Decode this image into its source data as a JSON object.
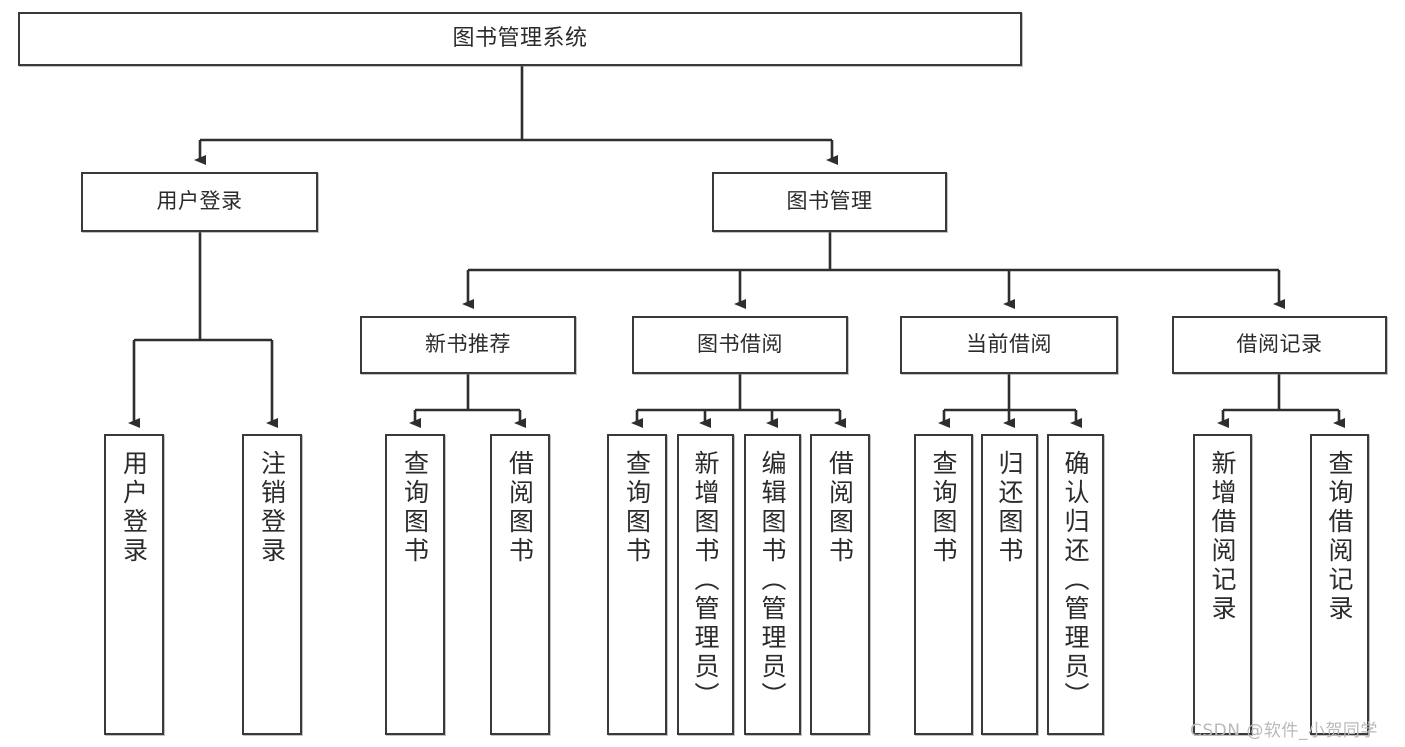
{
  "diagram": {
    "title": "图书管理系统",
    "type": "hierarchy-tree",
    "root": {
      "label": "图书管理系统"
    },
    "level2": [
      {
        "label": "用户登录"
      },
      {
        "label": "图书管理"
      }
    ],
    "level3": [
      {
        "label": "新书推荐"
      },
      {
        "label": "图书借阅"
      },
      {
        "label": "当前借阅"
      },
      {
        "label": "借阅记录"
      }
    ],
    "leaves": {
      "user_login": [
        {
          "label": "用户登录"
        },
        {
          "label": "注销登录"
        }
      ],
      "new_book_recommend": [
        {
          "label": "查询图书"
        },
        {
          "label": "借阅图书"
        }
      ],
      "book_borrow": [
        {
          "label": "查询图书"
        },
        {
          "label": "新增图书（管理员）"
        },
        {
          "label": "编辑图书（管理员）"
        },
        {
          "label": "借阅图书"
        }
      ],
      "current_borrow": [
        {
          "label": "查询图书"
        },
        {
          "label": "归还图书"
        },
        {
          "label": "确认归还（管理员）"
        }
      ],
      "borrow_record": [
        {
          "label": "新增借阅记录"
        },
        {
          "label": "查询借阅记录"
        }
      ]
    }
  },
  "watermark": {
    "text": "CSDN @软件_小贺同学"
  },
  "colors": {
    "stroke": "#3a3a3a",
    "fill": "#ffffff",
    "text": "#2b2b2b",
    "watermark": "#b9b9b9"
  }
}
